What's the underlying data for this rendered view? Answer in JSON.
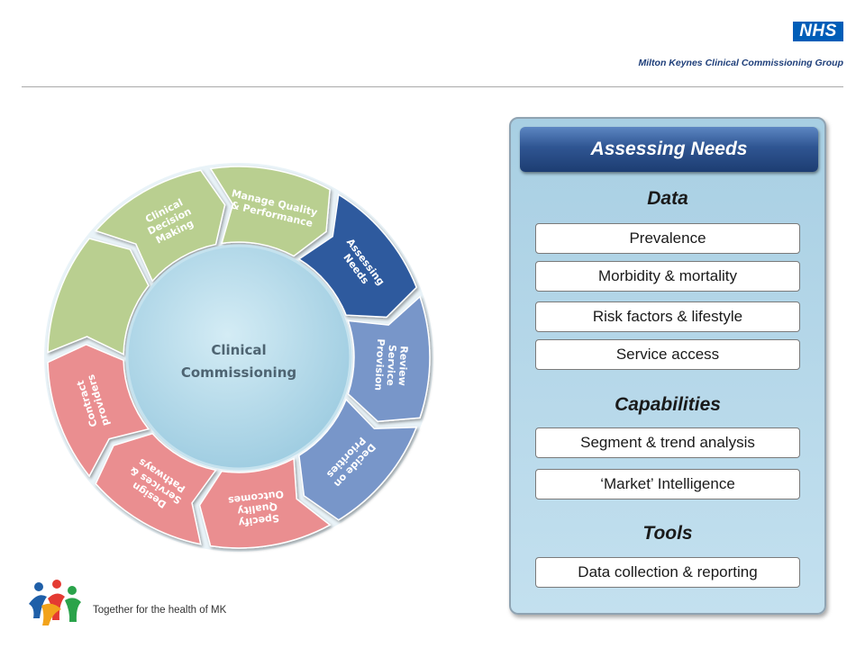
{
  "header": {
    "nhs_logo": "NHS",
    "org_name": "Milton Keynes Clinical Commissioning Group"
  },
  "cycle": {
    "center_label_line1": "Clinical",
    "center_label_line2": "Commissioning",
    "segments": [
      {
        "lines": [
          "Assessing",
          "Needs"
        ],
        "color": "#2d5a9e"
      },
      {
        "lines": [
          "Review",
          "Service",
          "Provision"
        ],
        "color": "#7896c9"
      },
      {
        "lines": [
          "Decide on",
          "Priorities"
        ],
        "color": "#7896c9"
      },
      {
        "lines": [
          "Specify",
          "Quality",
          "Outcomes"
        ],
        "color": "#ea8e90"
      },
      {
        "lines": [
          "Design",
          "Services &",
          "Pathways"
        ],
        "color": "#ea8e90"
      },
      {
        "lines": [
          "Contract",
          "providers"
        ],
        "color": "#ea8e90"
      },
      {
        "lines": [],
        "color": "#b9cf90"
      },
      {
        "lines": [
          "Clinical",
          "Decision",
          "Making"
        ],
        "color": "#b9cf90"
      },
      {
        "lines": [
          "Manage Quality",
          "& Performance"
        ],
        "color": "#b9cf90"
      }
    ]
  },
  "panel": {
    "title": "Assessing Needs",
    "data_heading": "Data",
    "data_items": [
      "Prevalence",
      "Morbidity & mortality",
      "Risk factors & lifestyle",
      "Service access"
    ],
    "capabilities_heading": "Capabilities",
    "capabilities_items": [
      "Segment & trend analysis",
      "‘Market’ Intelligence"
    ],
    "tools_heading": "Tools",
    "tools_items": [
      "Data collection & reporting"
    ]
  },
  "footer": {
    "tagline": "Together for the health of MK"
  }
}
